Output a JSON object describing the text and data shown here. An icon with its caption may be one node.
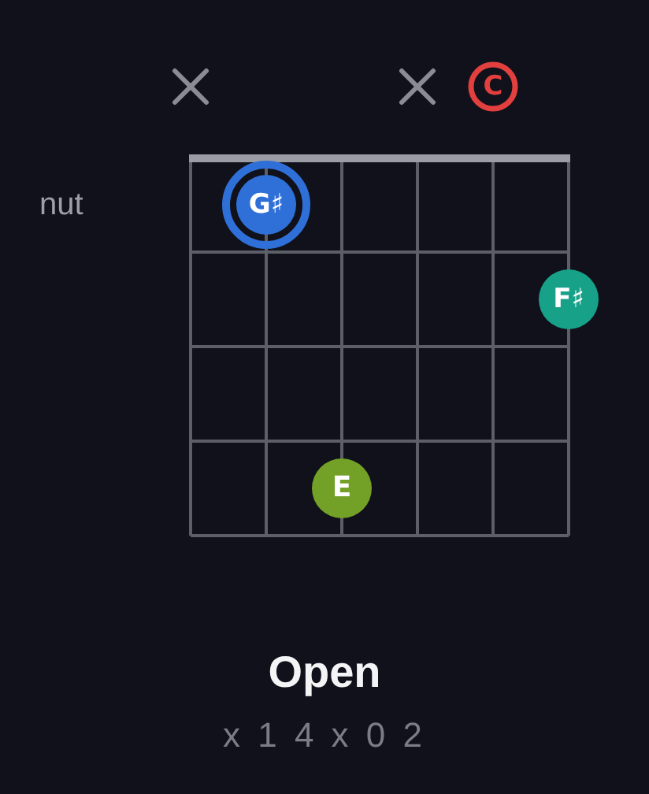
{
  "diagram": {
    "title": "Open",
    "caption": "x 1 4 x 0 2",
    "nodes": [
      {
        "text": [
          "C"
        ]
      },
      {
        "text": [
          "G♯"
        ]
      },
      {
        "text": [
          "F♯"
        ]
      },
      {
        "text": [
          "E"
        ]
      }
    ],
    "labels": [
      "nut"
    ]
  }
}
